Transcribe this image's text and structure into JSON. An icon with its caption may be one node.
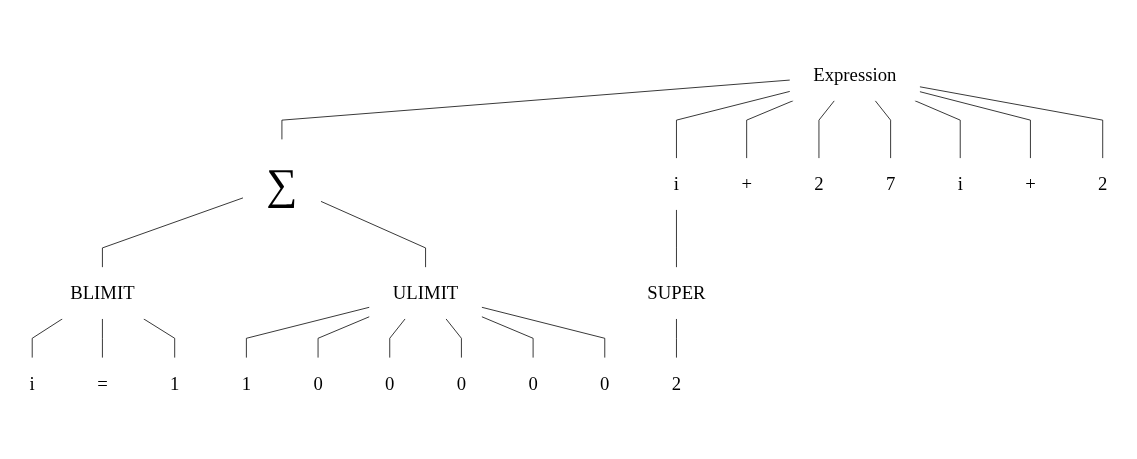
{
  "diagram": {
    "nodes": [
      {
        "text": [
          "Expression"
        ]
      },
      {
        "text": [
          "∑"
        ]
      },
      {
        "text": [
          "i"
        ]
      },
      {
        "text": [
          "+"
        ]
      },
      {
        "text": [
          "2"
        ]
      },
      {
        "text": [
          "7"
        ]
      },
      {
        "text": [
          "i"
        ]
      },
      {
        "text": [
          "+"
        ]
      },
      {
        "text": [
          "2"
        ]
      },
      {
        "text": [
          "BLIMIT"
        ]
      },
      {
        "text": [
          "ULIMIT"
        ]
      },
      {
        "text": [
          "SUPER"
        ]
      },
      {
        "text": [
          "i"
        ]
      },
      {
        "text": [
          "="
        ]
      },
      {
        "text": [
          "1"
        ]
      },
      {
        "text": [
          "1"
        ]
      },
      {
        "text": [
          "0"
        ]
      },
      {
        "text": [
          "0"
        ]
      },
      {
        "text": [
          "0"
        ]
      },
      {
        "text": [
          "0"
        ]
      },
      {
        "text": [
          "0"
        ]
      },
      {
        "text": [
          "2"
        ]
      }
    ],
    "edges": [
      {
        "from": 0,
        "to": 1,
        "arrow": "none"
      },
      {
        "from": 0,
        "to": 2,
        "arrow": "none"
      },
      {
        "from": 0,
        "to": 3,
        "arrow": "none"
      },
      {
        "from": 0,
        "to": 4,
        "arrow": "none"
      },
      {
        "from": 0,
        "to": 5,
        "arrow": "none"
      },
      {
        "from": 0,
        "to": 6,
        "arrow": "none"
      },
      {
        "from": 0,
        "to": 7,
        "arrow": "none"
      },
      {
        "from": 0,
        "to": 8,
        "arrow": "none"
      },
      {
        "from": 1,
        "to": 9,
        "arrow": "none"
      },
      {
        "from": 1,
        "to": 10,
        "arrow": "none"
      },
      {
        "from": 2,
        "to": 11,
        "arrow": "none"
      },
      {
        "from": 9,
        "to": 12,
        "arrow": "none"
      },
      {
        "from": 9,
        "to": 13,
        "arrow": "none"
      },
      {
        "from": 9,
        "to": 14,
        "arrow": "none"
      },
      {
        "from": 10,
        "to": 15,
        "arrow": "none"
      },
      {
        "from": 10,
        "to": 16,
        "arrow": "none"
      },
      {
        "from": 10,
        "to": 17,
        "arrow": "none"
      },
      {
        "from": 10,
        "to": 18,
        "arrow": "none"
      },
      {
        "from": 10,
        "to": 19,
        "arrow": "none"
      },
      {
        "from": 10,
        "to": 20,
        "arrow": "none"
      },
      {
        "from": 11,
        "to": 21,
        "arrow": "none"
      }
    ]
  }
}
